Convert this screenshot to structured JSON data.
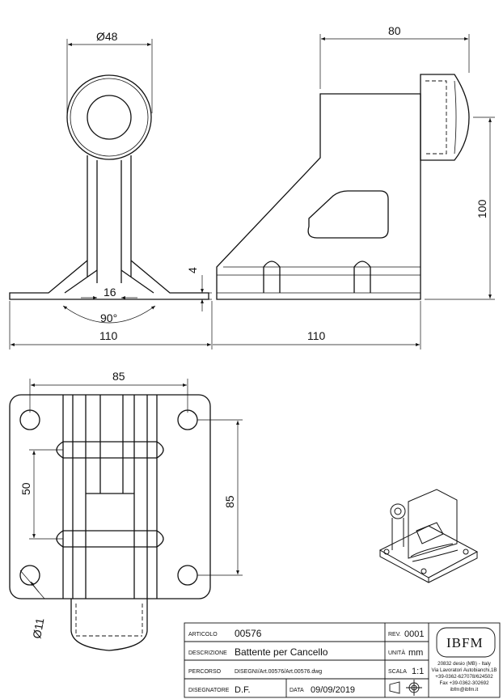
{
  "drawing": {
    "dims": {
      "d48": "Ø48",
      "d80": "80",
      "d100": "100",
      "d4": "4",
      "d16": "16",
      "d90": "90°",
      "d110_left": "110",
      "d110_right": "110",
      "d85_top": "85",
      "d50": "50",
      "d85_right": "85",
      "d11": "Ø11"
    }
  },
  "title_block": {
    "articolo_label": "ARTICOLO",
    "articolo_value": "00576",
    "rev_label": "REV.",
    "rev_value": "0001",
    "descrizione_label": "DESCRIZIONE",
    "descrizione_value": "Battente per Cancello",
    "unita_label": "UNITÀ",
    "unita_value": "mm",
    "percorso_label": "PERCORSO",
    "percorso_value": "DISEGNI/Art.00576/Art.00576.dwg",
    "scala_label": "SCALA",
    "scala_value": "1:1",
    "disegnatore_label": "DISEGNATORE",
    "disegnatore_value": "D.F.",
    "data_label": "DATA",
    "data_value": "09/09/2019",
    "logo_text": "IBFM",
    "address_lines": [
      "20832 desio (MB) - Italy",
      "Via Lavoratori Autobianchi,1B",
      "+39-0362-627078/624502",
      "Fax +39-0362-302692",
      "ibfm@ibfm.it"
    ]
  },
  "colors": {
    "line": "#111111",
    "paper": "#ffffff"
  }
}
